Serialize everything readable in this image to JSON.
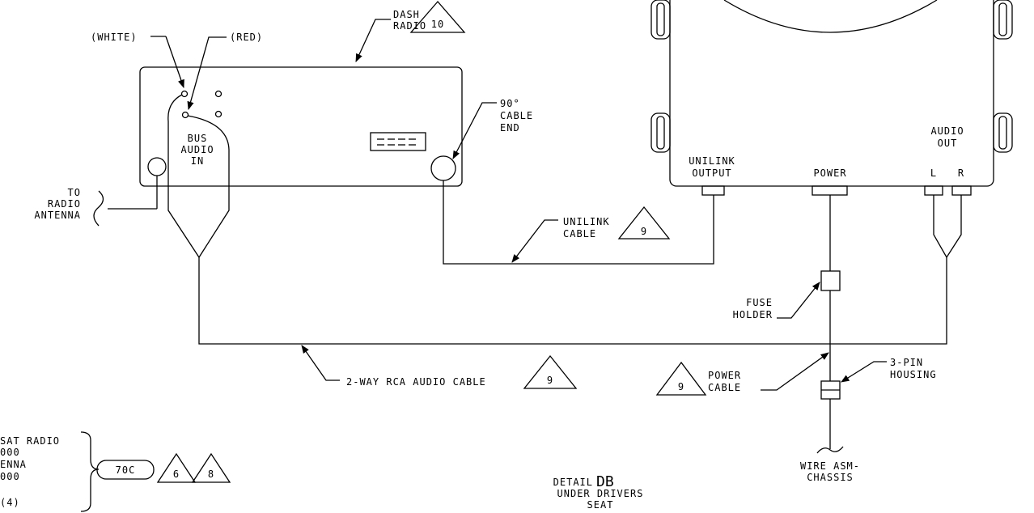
{
  "labels": {
    "dash_radio_1": "DASH",
    "dash_radio_2": "RADIO",
    "note_10": "10",
    "white": "(WHITE)",
    "red": "(RED)",
    "bus_1": "BUS",
    "bus_2": "AUDIO",
    "bus_3": "IN",
    "cable_end_1": "90°",
    "cable_end_2": "CABLE",
    "cable_end_3": "END",
    "to_radio_1": "TO",
    "to_radio_2": "RADIO",
    "to_radio_3": "ANTENNA",
    "unilink_output_1": "UNILINK",
    "unilink_output_2": "OUTPUT",
    "power_port": "POWER",
    "audio_out_1": "AUDIO",
    "audio_out_2": "OUT",
    "left": "L",
    "right": "R",
    "unilink_cable_1": "UNILINK",
    "unilink_cable_2": "CABLE",
    "note_9a": "9",
    "fuse_1": "FUSE",
    "fuse_2": "HOLDER",
    "rca_cable": "2-WAY RCA AUDIO CABLE",
    "note_9b": "9",
    "note_9c": "9",
    "power_cable_1": "POWER",
    "power_cable_2": "CABLE",
    "housing_1": "3-PIN",
    "housing_2": "HOUSING",
    "wire_1": "WIRE ASM-",
    "wire_2": "CHASSIS",
    "sat_1": "SAT RADIO",
    "sat_2": "000",
    "sat_3": "ENNA",
    "sat_4": "000",
    "sat_5": "(4)",
    "callout": "70C",
    "note_6": "6",
    "note_8": "8",
    "detail_1": "DETAIL",
    "detail_id": "DB",
    "detail_2": "UNDER DRIVERS",
    "detail_3": "SEAT"
  }
}
